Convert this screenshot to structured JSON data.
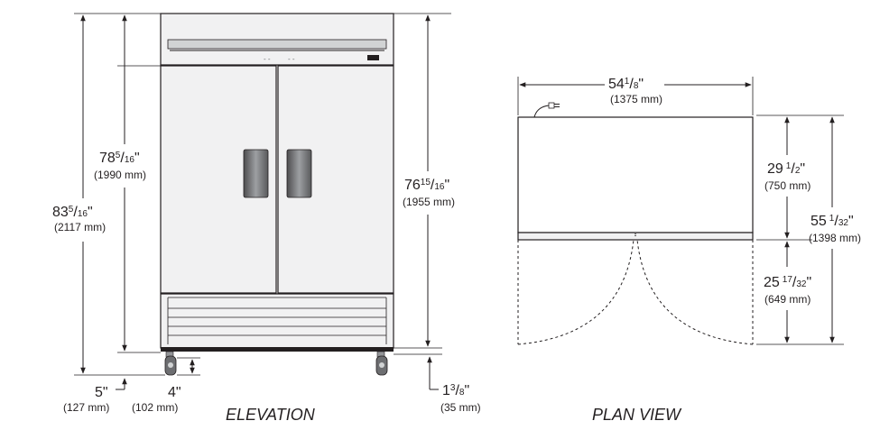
{
  "elevation": {
    "caption": "ELEVATION",
    "height_total": {
      "whole": "83",
      "num": "5",
      "den": "16",
      "unit": "\"",
      "mm": "(2117 mm)"
    },
    "height_body": {
      "whole": "78",
      "num": "5",
      "den": "16",
      "unit": "\"",
      "mm": "(1990 mm)"
    },
    "height_door": {
      "whole": "76",
      "num": "15",
      "den": "16",
      "unit": "\"",
      "mm": "(1955 mm)"
    },
    "casters": {
      "label": "5\"",
      "mm": "(127 mm)"
    },
    "caster_lift": {
      "label": "4\"",
      "mm": "(102 mm)"
    },
    "floor_clear": {
      "whole": "1",
      "num": "3",
      "den": "8",
      "unit": "\"",
      "mm": "(35 mm)"
    }
  },
  "plan": {
    "caption": "PLAN VIEW",
    "width": {
      "whole": "54",
      "num": "1",
      "den": "8",
      "unit": "\"",
      "mm": "(1375 mm)"
    },
    "depth_body": {
      "whole": "29",
      "num": "1",
      "den": "2",
      "unit": "\"",
      "mm": "(750 mm)"
    },
    "depth_total": {
      "whole": "55",
      "num": "1",
      "den": "32",
      "unit": "\"",
      "mm": "(1398 mm)"
    },
    "door_swing": {
      "whole": "25",
      "num": "17",
      "den": "32",
      "unit": "\"",
      "mm": "(649 mm)"
    }
  },
  "colors": {
    "line": "#231f20",
    "panel": "#f1f1f2",
    "handle": "#6d6e71"
  }
}
